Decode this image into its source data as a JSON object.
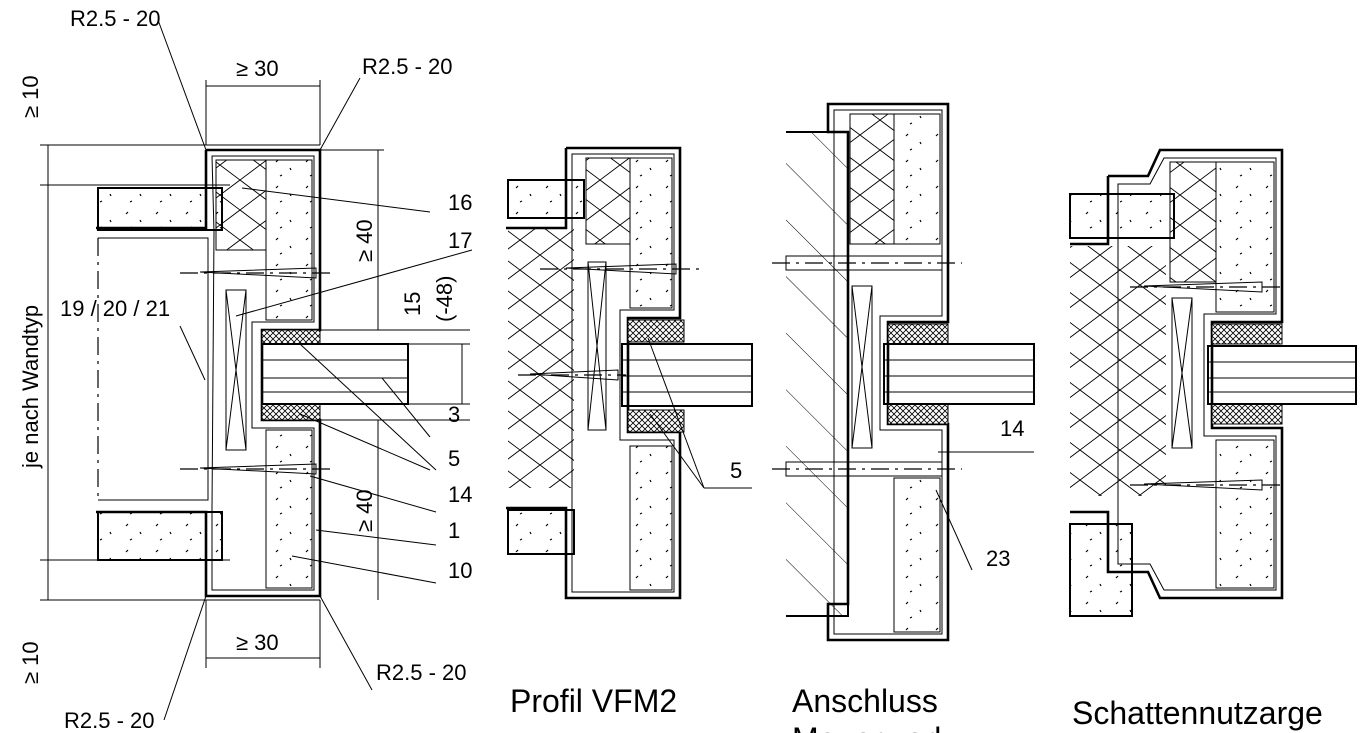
{
  "dimensions": {
    "radius_top_left": "R2.5 - 20",
    "radius_top_right": "R2.5 - 20",
    "radius_bottom_left": "R2.5 - 20",
    "radius_bottom_right": "R2.5 - 20",
    "width_top": "≥ 30",
    "width_bottom": "≥ 30",
    "clearance_top": "≥ 10",
    "clearance_bottom": "≥ 10",
    "height_upper": "≥ 40",
    "height_lower": "≥ 40",
    "gap": "15",
    "gap_alt": "(-48)",
    "wall_height": "je nach Wandtyp"
  },
  "callouts": {
    "c16": "16",
    "c17": "17",
    "c19": "19 / 20 / 21",
    "c3": "3",
    "c5": "5",
    "c14": "14",
    "c1": "1",
    "c10": "10",
    "c5b": "5",
    "c14b": "14",
    "c23": "23"
  },
  "captions": {
    "profile": "Profil VFM2",
    "connection_line1": "Anschluss",
    "connection_line2": "Mauerwerk",
    "shadow": "Schattennutzarge"
  }
}
